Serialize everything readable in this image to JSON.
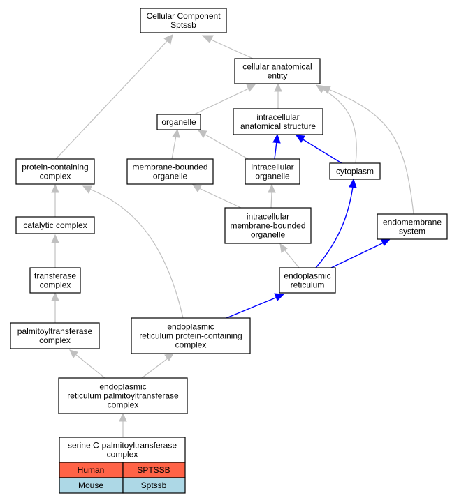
{
  "nodes": {
    "cc_root": {
      "lines": [
        "Cellular Component",
        "Sptssb"
      ]
    },
    "cae": {
      "lines": [
        "cellular anatomical",
        "entity"
      ]
    },
    "organelle": {
      "lines": [
        "organelle"
      ]
    },
    "ias": {
      "lines": [
        "intracellular",
        "anatomical structure"
      ]
    },
    "pcc": {
      "lines": [
        "protein-containing",
        "complex"
      ]
    },
    "mbo": {
      "lines": [
        "membrane-bounded",
        "organelle"
      ]
    },
    "io": {
      "lines": [
        "intracellular",
        "organelle"
      ]
    },
    "cytoplasm": {
      "lines": [
        "cytoplasm"
      ]
    },
    "catalytic": {
      "lines": [
        "catalytic complex"
      ]
    },
    "imbo": {
      "lines": [
        "intracellular",
        "membrane-bounded",
        "organelle"
      ]
    },
    "endomembrane": {
      "lines": [
        "endomembrane",
        "system"
      ]
    },
    "transferase": {
      "lines": [
        "transferase",
        "complex"
      ]
    },
    "er": {
      "lines": [
        "endoplasmic",
        "reticulum"
      ]
    },
    "palmitoyl": {
      "lines": [
        "palmitoyltransferase",
        "complex"
      ]
    },
    "erpcc": {
      "lines": [
        "endoplasmic",
        "reticulum protein-containing",
        "complex"
      ]
    },
    "erptc": {
      "lines": [
        "endoplasmic",
        "reticulum palmitoyltransferase",
        "complex"
      ]
    },
    "sptc": {
      "lines": [
        "serine C-palmitoyltransferase",
        "complex"
      ]
    }
  },
  "legend": {
    "human_label": "Human",
    "human_gene": "SPTSSB",
    "mouse_label": "Mouse",
    "mouse_gene": "Sptssb",
    "human_color": "#ff6347",
    "mouse_color": "#add8e6"
  },
  "colors": {
    "is_a_edge": "#c0c0c0",
    "part_of_edge": "#0000ff"
  }
}
